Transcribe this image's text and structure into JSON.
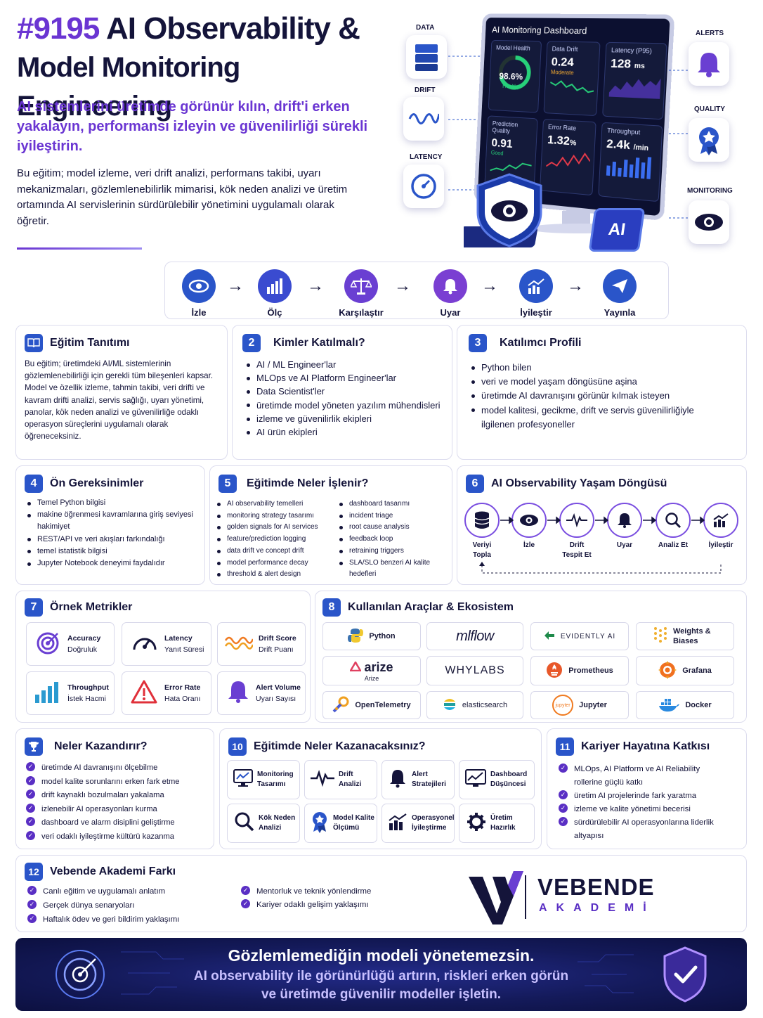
{
  "header": {
    "title_number": "#9195",
    "title_line1": "AI Observability &",
    "title_line2": "Model Monitoring Engineering",
    "subtitle": "AI sistemlerini üretimde görünür kılın, drift'i erken yakalayın, performansı izleyin ve güvenilirliği sürekli iyileştirin.",
    "description": "Bu eğitim; model izleme, veri drift analizi, performans takibi, uyarı mekanizmaları, gözlemlenebilirlik mimarisi, kök neden analizi ve üretim ortamında AI servislerinin sürdürülebilir yönetimini uygulamalı olarak öğretir."
  },
  "hero": {
    "dashboard_title": "AI Monitoring Dashboard",
    "left_icons": [
      {
        "label": "DATA",
        "icon": "database-icon"
      },
      {
        "label": "DRIFT",
        "icon": "wave-icon"
      },
      {
        "label": "LATENCY",
        "icon": "speedometer-icon"
      }
    ],
    "right_icons": [
      {
        "label": "ALERTS",
        "icon": "bell-icon"
      },
      {
        "label": "QUALITY",
        "icon": "badge-icon"
      },
      {
        "label": "MONITORING",
        "icon": "eye-icon"
      }
    ],
    "panels": [
      {
        "title": "Model Health",
        "value": "98.6%",
        "note": "Healthy"
      },
      {
        "title": "Data Drift",
        "value": "0.24",
        "note": "Moderate"
      },
      {
        "title": "Latency (P95)",
        "value": "128",
        "unit": "ms"
      },
      {
        "title": "Prediction Quality",
        "value": "0.91",
        "note": "Good"
      },
      {
        "title": "Error Rate",
        "value": "1.32",
        "unit": "%"
      },
      {
        "title": "Throughput",
        "value": "2.4k",
        "unit": "/min"
      }
    ],
    "chip_label": "AI"
  },
  "flow": [
    {
      "label": "İzle",
      "icon": "eye-icon",
      "color": "#2a55c9"
    },
    {
      "label": "Ölç",
      "icon": "bar-chart-icon",
      "color": "#3a4bd0"
    },
    {
      "label": "Karşılaştır",
      "icon": "scale-icon",
      "color": "#6a3fd2"
    },
    {
      "label": "Uyar",
      "icon": "bell-icon",
      "color": "#7a3fd2"
    },
    {
      "label": "İyileştir",
      "icon": "growth-chart-icon",
      "color": "#2a55c9"
    },
    {
      "label": "Yayınla",
      "icon": "send-icon",
      "color": "#2a55c9"
    }
  ],
  "s1": {
    "title": "Eğitim Tanıtımı",
    "text": "Bu eğitim; üretimdeki AI/ML sistemlerinin gözlemlenebilirliği için gerekli tüm bileşenleri kapsar. Model ve özellik izleme, tahmin takibi, veri drifti ve kavram drifti analizi, servis sağlığı, uyarı yönetimi, panolar, kök neden analizi ve güvenilirliğe odaklı operasyon süreçlerini uygulamalı olarak öğreneceksiniz."
  },
  "s2": {
    "num": "2",
    "title": "Kimler Katılmalı?",
    "items": [
      "AI / ML Engineer'lar",
      "MLOps ve AI Platform Engineer'lar",
      "Data Scientist'ler",
      "üretimde model yöneten yazılım mühendisleri",
      "izleme ve güvenilirlik ekipleri",
      "AI ürün ekipleri"
    ]
  },
  "s3": {
    "num": "3",
    "title": "Katılımcı Profili",
    "items": [
      "Python bilen",
      "veri ve model yaşam döngüsüne aşina",
      "üretimde AI davranışını görünür kılmak isteyen",
      "model kalitesi, gecikme, drift ve servis güvenilirliğiyle ilgilenen profesyoneller"
    ]
  },
  "s4": {
    "num": "4",
    "title": "Ön Gereksinimler",
    "items": [
      "Temel Python bilgisi",
      "makine öğrenmesi kavramlarına giriş seviyesi hakimiyet",
      "REST/API ve veri akışları farkındalığı",
      "temel istatistik bilgisi",
      "Jupyter Notebook deneyimi faydalıdır"
    ]
  },
  "s5": {
    "num": "5",
    "title": "Eğitimde Neler İşlenir?",
    "col1": [
      "AI observability temelleri",
      "monitoring strategy tasarımı",
      "golden signals for AI services",
      "feature/prediction logging",
      "data drift ve concept drift",
      "model performance decay",
      "threshold & alert design"
    ],
    "col2": [
      "dashboard tasarımı",
      "incident triage",
      "root cause analysis",
      "feedback loop",
      "retraining triggers",
      "SLA/SLO benzeri AI kalite hedefleri"
    ]
  },
  "s6": {
    "num": "6",
    "title": "AI Observability Yaşam Döngüsü",
    "steps": [
      {
        "label": "Veriyi Topla",
        "icon": "database-icon"
      },
      {
        "label": "İzle",
        "icon": "eye-icon"
      },
      {
        "label": "Drift Tespit Et",
        "icon": "pulse-icon"
      },
      {
        "label": "Uyar",
        "icon": "bell-icon"
      },
      {
        "label": "Analiz Et",
        "icon": "magnifier-icon"
      },
      {
        "label": "İyileştir",
        "icon": "growth-chart-icon"
      }
    ]
  },
  "s7": {
    "num": "7",
    "title": "Örnek Metrikler",
    "items": [
      {
        "en": "Accuracy",
        "tr": "Doğruluk",
        "icon": "target-icon"
      },
      {
        "en": "Latency",
        "tr": "Yanıt Süresi",
        "icon": "speedometer-icon"
      },
      {
        "en": "Drift Score",
        "tr": "Drift Puanı",
        "icon": "wave-icon"
      },
      {
        "en": "Throughput",
        "tr": "İstek Hacmi",
        "icon": "bar-chart-icon"
      },
      {
        "en": "Error Rate",
        "tr": "Hata Oranı",
        "icon": "warning-icon"
      },
      {
        "en": "Alert Volume",
        "tr": "Uyarı Sayısı",
        "icon": "bell-icon"
      }
    ]
  },
  "s8": {
    "num": "8",
    "title": "Kullanılan Araçlar & Ekosistem",
    "tools": [
      {
        "name": "Python",
        "icon": "python-icon"
      },
      {
        "name": "mlflow",
        "icon": "mlflow-logo"
      },
      {
        "name": "EVIDENTLY AI",
        "icon": "evidently-icon"
      },
      {
        "name": "Weights & Biases",
        "icon": "wandb-icon"
      },
      {
        "name": "arize",
        "sub": "Arize",
        "icon": "arize-icon"
      },
      {
        "name": "WHYLABS",
        "icon": "whylabs-logo"
      },
      {
        "name": "Prometheus",
        "icon": "prometheus-icon"
      },
      {
        "name": "Grafana",
        "icon": "grafana-icon"
      },
      {
        "name": "OpenTelemetry",
        "icon": "opentelemetry-icon"
      },
      {
        "name": "elasticsearch",
        "icon": "elasticsearch-icon"
      },
      {
        "name": "Jupyter",
        "icon": "jupyter-icon",
        "badge": "jupyter"
      },
      {
        "name": "Docker",
        "icon": "docker-icon"
      }
    ]
  },
  "s9": {
    "title": "Neler Kazandırır?",
    "items": [
      "üretimde AI davranışını ölçebilme",
      "model kalite sorunlarını erken fark etme",
      "drift kaynaklı bozulmaları yakalama",
      "izlenebilir AI operasyonları kurma",
      "dashboard ve alarm disiplini geliştirme",
      "veri odaklı iyileştirme kültürü kazanma"
    ]
  },
  "s10": {
    "num": "10",
    "title": "Eğitimde Neler Kazanacaksınız?",
    "items": [
      {
        "l1": "Monitoring",
        "l2": "Tasarımı",
        "icon": "monitor-icon"
      },
      {
        "l1": "Drift",
        "l2": "Analizi",
        "icon": "pulse-icon"
      },
      {
        "l1": "Alert",
        "l2": "Stratejileri",
        "icon": "bell-icon"
      },
      {
        "l1": "Dashboard",
        "l2": "Düşüncesi",
        "icon": "dashboard-icon"
      },
      {
        "l1": "Kök Neden",
        "l2": "Analizi",
        "icon": "magnifier-icon"
      },
      {
        "l1": "Model Kalite",
        "l2": "Ölçümü",
        "icon": "badge-icon"
      },
      {
        "l1": "Operasyonel",
        "l2": "İyileştirme",
        "icon": "growth-chart-icon"
      },
      {
        "l1": "Üretim",
        "l2": "Hazırlık",
        "icon": "gear-icon"
      }
    ]
  },
  "s11": {
    "num": "11",
    "title": "Kariyer Hayatına Katkısı",
    "items": [
      "MLOps, AI Platform ve AI Reliability rollerine güçlü katkı",
      "üretim AI projelerinde fark yaratma",
      "izleme ve kalite yönetimi becerisi",
      "sürdürülebilir AI operasyonlarına liderlik altyapısı"
    ]
  },
  "s12": {
    "num": "12",
    "title": "Vebende Akademi Farkı",
    "col1": [
      "Canlı eğitim ve uygulamalı anlatım",
      "Gerçek dünya senaryoları",
      "Haftalık ödev ve geri bildirim yaklaşımı"
    ],
    "col2": [
      "Mentorluk ve teknik yönlendirme",
      "Kariyer odaklı gelişim yaklaşımı"
    ],
    "brand": "VEBENDE",
    "brand_sub": "AKADEMİ"
  },
  "footer": {
    "line1": "Gözlemlemediğin modeli yönetemezsin.",
    "line2": "AI observability ile görünürlüğü artırın, riskleri erken görün",
    "line3": "ve üretimde güvenilir modeller işletin."
  },
  "colors": {
    "primary": "#2a55c9",
    "purple": "#6a3fd2",
    "navy": "#14143a",
    "footer_bg": "#151a5e"
  }
}
